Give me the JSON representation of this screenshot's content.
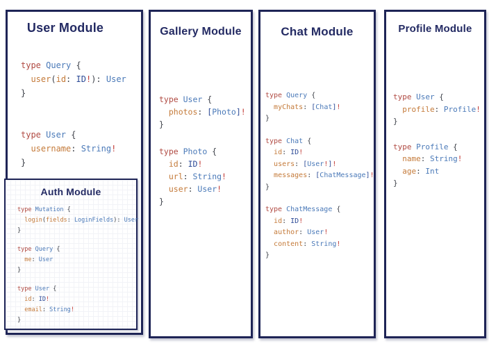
{
  "colors": {
    "border_navy": "#1e2456",
    "title_navy": "#232a63",
    "keyword_red": "#b04a42",
    "type_blue": "#4a79b8",
    "field_orange": "#c47a39",
    "scalar_navy": "#2c4a96",
    "bang_red": "#c23b35",
    "punct_dark": "#3d4149",
    "background": "#ffffff"
  },
  "modules": [
    {
      "id": "user",
      "title": "User Module",
      "blocks": [
        [
          [
            {
              "t": "type ",
              "c": "kw"
            },
            {
              "t": "Query ",
              "c": "ty"
            },
            {
              "t": "{",
              "c": "pn"
            }
          ],
          [
            {
              "t": "  ",
              "c": "pn"
            },
            {
              "t": "user",
              "c": "fd"
            },
            {
              "t": "(",
              "c": "pn"
            },
            {
              "t": "id",
              "c": "fd"
            },
            {
              "t": ": ",
              "c": "pn"
            },
            {
              "t": "ID",
              "c": "sc"
            },
            {
              "t": "!",
              "c": "bg"
            },
            {
              "t": "): ",
              "c": "pn"
            },
            {
              "t": "User",
              "c": "ty"
            }
          ],
          [
            {
              "t": "}",
              "c": "pn"
            }
          ]
        ],
        [
          [
            {
              "t": "type ",
              "c": "kw"
            },
            {
              "t": "User ",
              "c": "ty"
            },
            {
              "t": "{",
              "c": "pn"
            }
          ],
          [
            {
              "t": "  ",
              "c": "pn"
            },
            {
              "t": "username",
              "c": "fd"
            },
            {
              "t": ": ",
              "c": "pn"
            },
            {
              "t": "String",
              "c": "ty"
            },
            {
              "t": "!",
              "c": "bg"
            }
          ],
          [
            {
              "t": "}",
              "c": "pn"
            }
          ]
        ]
      ]
    },
    {
      "id": "auth",
      "title": "Auth Module",
      "blocks": [
        [
          [
            {
              "t": "type ",
              "c": "kw"
            },
            {
              "t": "Mutation ",
              "c": "ty"
            },
            {
              "t": "{",
              "c": "pn"
            }
          ],
          [
            {
              "t": "  ",
              "c": "pn"
            },
            {
              "t": "login",
              "c": "fd"
            },
            {
              "t": "(",
              "c": "pn"
            },
            {
              "t": "fields",
              "c": "fd"
            },
            {
              "t": ": ",
              "c": "pn"
            },
            {
              "t": "LoginFields",
              "c": "ty"
            },
            {
              "t": "): ",
              "c": "pn"
            },
            {
              "t": "User",
              "c": "ty"
            }
          ],
          [
            {
              "t": "}",
              "c": "pn"
            }
          ]
        ],
        [
          [
            {
              "t": "type ",
              "c": "kw"
            },
            {
              "t": "Query ",
              "c": "ty"
            },
            {
              "t": "{",
              "c": "pn"
            }
          ],
          [
            {
              "t": "  ",
              "c": "pn"
            },
            {
              "t": "me",
              "c": "fd"
            },
            {
              "t": ": ",
              "c": "pn"
            },
            {
              "t": "User",
              "c": "ty"
            }
          ],
          [
            {
              "t": "}",
              "c": "pn"
            }
          ]
        ],
        [
          [
            {
              "t": "type ",
              "c": "kw"
            },
            {
              "t": "User ",
              "c": "ty"
            },
            {
              "t": "{",
              "c": "pn"
            }
          ],
          [
            {
              "t": "  ",
              "c": "pn"
            },
            {
              "t": "id",
              "c": "fd"
            },
            {
              "t": ": ",
              "c": "pn"
            },
            {
              "t": "ID",
              "c": "sc"
            },
            {
              "t": "!",
              "c": "bg"
            }
          ],
          [
            {
              "t": "  ",
              "c": "pn"
            },
            {
              "t": "email",
              "c": "fd"
            },
            {
              "t": ": ",
              "c": "pn"
            },
            {
              "t": "String",
              "c": "ty"
            },
            {
              "t": "!",
              "c": "bg"
            }
          ],
          [
            {
              "t": "}",
              "c": "pn"
            }
          ]
        ]
      ]
    },
    {
      "id": "gallery",
      "title": "Gallery Module",
      "blocks": [
        [
          [
            {
              "t": "type ",
              "c": "kw"
            },
            {
              "t": "User ",
              "c": "ty"
            },
            {
              "t": "{",
              "c": "pn"
            }
          ],
          [
            {
              "t": "  ",
              "c": "pn"
            },
            {
              "t": "photos",
              "c": "fd"
            },
            {
              "t": ": ",
              "c": "pn"
            },
            {
              "t": "[",
              "c": "sc"
            },
            {
              "t": "Photo",
              "c": "ty"
            },
            {
              "t": "]",
              "c": "sc"
            },
            {
              "t": "!",
              "c": "bg"
            }
          ],
          [
            {
              "t": "}",
              "c": "pn"
            }
          ]
        ],
        [
          [
            {
              "t": "type ",
              "c": "kw"
            },
            {
              "t": "Photo ",
              "c": "ty"
            },
            {
              "t": "{",
              "c": "pn"
            }
          ],
          [
            {
              "t": "  ",
              "c": "pn"
            },
            {
              "t": "id",
              "c": "fd"
            },
            {
              "t": ": ",
              "c": "pn"
            },
            {
              "t": "ID",
              "c": "sc"
            },
            {
              "t": "!",
              "c": "bg"
            }
          ],
          [
            {
              "t": "  ",
              "c": "pn"
            },
            {
              "t": "url",
              "c": "fd"
            },
            {
              "t": ": ",
              "c": "pn"
            },
            {
              "t": "String",
              "c": "ty"
            },
            {
              "t": "!",
              "c": "bg"
            }
          ],
          [
            {
              "t": "  ",
              "c": "pn"
            },
            {
              "t": "user",
              "c": "fd"
            },
            {
              "t": ": ",
              "c": "pn"
            },
            {
              "t": "User",
              "c": "ty"
            },
            {
              "t": "!",
              "c": "bg"
            }
          ],
          [
            {
              "t": "}",
              "c": "pn"
            }
          ]
        ]
      ]
    },
    {
      "id": "chat",
      "title": "Chat Module",
      "blocks": [
        [
          [
            {
              "t": "type ",
              "c": "kw"
            },
            {
              "t": "Query ",
              "c": "ty"
            },
            {
              "t": "{",
              "c": "pn"
            }
          ],
          [
            {
              "t": "  ",
              "c": "pn"
            },
            {
              "t": "myChats",
              "c": "fd"
            },
            {
              "t": ": ",
              "c": "pn"
            },
            {
              "t": "[",
              "c": "sc"
            },
            {
              "t": "Chat",
              "c": "ty"
            },
            {
              "t": "]",
              "c": "sc"
            },
            {
              "t": "!",
              "c": "bg"
            }
          ],
          [
            {
              "t": "}",
              "c": "pn"
            }
          ]
        ],
        [
          [
            {
              "t": "type ",
              "c": "kw"
            },
            {
              "t": "Chat ",
              "c": "ty"
            },
            {
              "t": "{",
              "c": "pn"
            }
          ],
          [
            {
              "t": "  ",
              "c": "pn"
            },
            {
              "t": "id",
              "c": "fd"
            },
            {
              "t": ": ",
              "c": "pn"
            },
            {
              "t": "ID",
              "c": "sc"
            },
            {
              "t": "!",
              "c": "bg"
            }
          ],
          [
            {
              "t": "  ",
              "c": "pn"
            },
            {
              "t": "users",
              "c": "fd"
            },
            {
              "t": ": ",
              "c": "pn"
            },
            {
              "t": "[",
              "c": "sc"
            },
            {
              "t": "User",
              "c": "ty"
            },
            {
              "t": "!",
              "c": "bg"
            },
            {
              "t": "]",
              "c": "sc"
            },
            {
              "t": "!",
              "c": "bg"
            }
          ],
          [
            {
              "t": "  ",
              "c": "pn"
            },
            {
              "t": "messages",
              "c": "fd"
            },
            {
              "t": ": ",
              "c": "pn"
            },
            {
              "t": "[",
              "c": "sc"
            },
            {
              "t": "ChatMessage",
              "c": "ty"
            },
            {
              "t": "]",
              "c": "sc"
            },
            {
              "t": "!",
              "c": "bg"
            }
          ],
          [
            {
              "t": "}",
              "c": "pn"
            }
          ]
        ],
        [
          [
            {
              "t": "type ",
              "c": "kw"
            },
            {
              "t": "ChatMessage ",
              "c": "ty"
            },
            {
              "t": "{",
              "c": "pn"
            }
          ],
          [
            {
              "t": "  ",
              "c": "pn"
            },
            {
              "t": "id",
              "c": "fd"
            },
            {
              "t": ": ",
              "c": "pn"
            },
            {
              "t": "ID",
              "c": "sc"
            },
            {
              "t": "!",
              "c": "bg"
            }
          ],
          [
            {
              "t": "  ",
              "c": "pn"
            },
            {
              "t": "author",
              "c": "fd"
            },
            {
              "t": ": ",
              "c": "pn"
            },
            {
              "t": "User",
              "c": "ty"
            },
            {
              "t": "!",
              "c": "bg"
            }
          ],
          [
            {
              "t": "  ",
              "c": "pn"
            },
            {
              "t": "content",
              "c": "fd"
            },
            {
              "t": ": ",
              "c": "pn"
            },
            {
              "t": "String",
              "c": "ty"
            },
            {
              "t": "!",
              "c": "bg"
            }
          ],
          [
            {
              "t": "}",
              "c": "pn"
            }
          ]
        ]
      ]
    },
    {
      "id": "profile",
      "title": "Profile Module",
      "blocks": [
        [
          [
            {
              "t": "type ",
              "c": "kw"
            },
            {
              "t": "User ",
              "c": "ty"
            },
            {
              "t": "{",
              "c": "pn"
            }
          ],
          [
            {
              "t": "  ",
              "c": "pn"
            },
            {
              "t": "profile",
              "c": "fd"
            },
            {
              "t": ": ",
              "c": "pn"
            },
            {
              "t": "Profile",
              "c": "ty"
            },
            {
              "t": "!",
              "c": "bg"
            }
          ],
          [
            {
              "t": "}",
              "c": "pn"
            }
          ]
        ],
        [
          [
            {
              "t": "type ",
              "c": "kw"
            },
            {
              "t": "Profile ",
              "c": "ty"
            },
            {
              "t": "{",
              "c": "pn"
            }
          ],
          [
            {
              "t": "  ",
              "c": "pn"
            },
            {
              "t": "name",
              "c": "fd"
            },
            {
              "t": ": ",
              "c": "pn"
            },
            {
              "t": "String",
              "c": "ty"
            },
            {
              "t": "!",
              "c": "bg"
            }
          ],
          [
            {
              "t": "  ",
              "c": "pn"
            },
            {
              "t": "age",
              "c": "fd"
            },
            {
              "t": ": ",
              "c": "pn"
            },
            {
              "t": "Int",
              "c": "ty"
            }
          ],
          [
            {
              "t": "}",
              "c": "pn"
            }
          ]
        ]
      ]
    }
  ]
}
